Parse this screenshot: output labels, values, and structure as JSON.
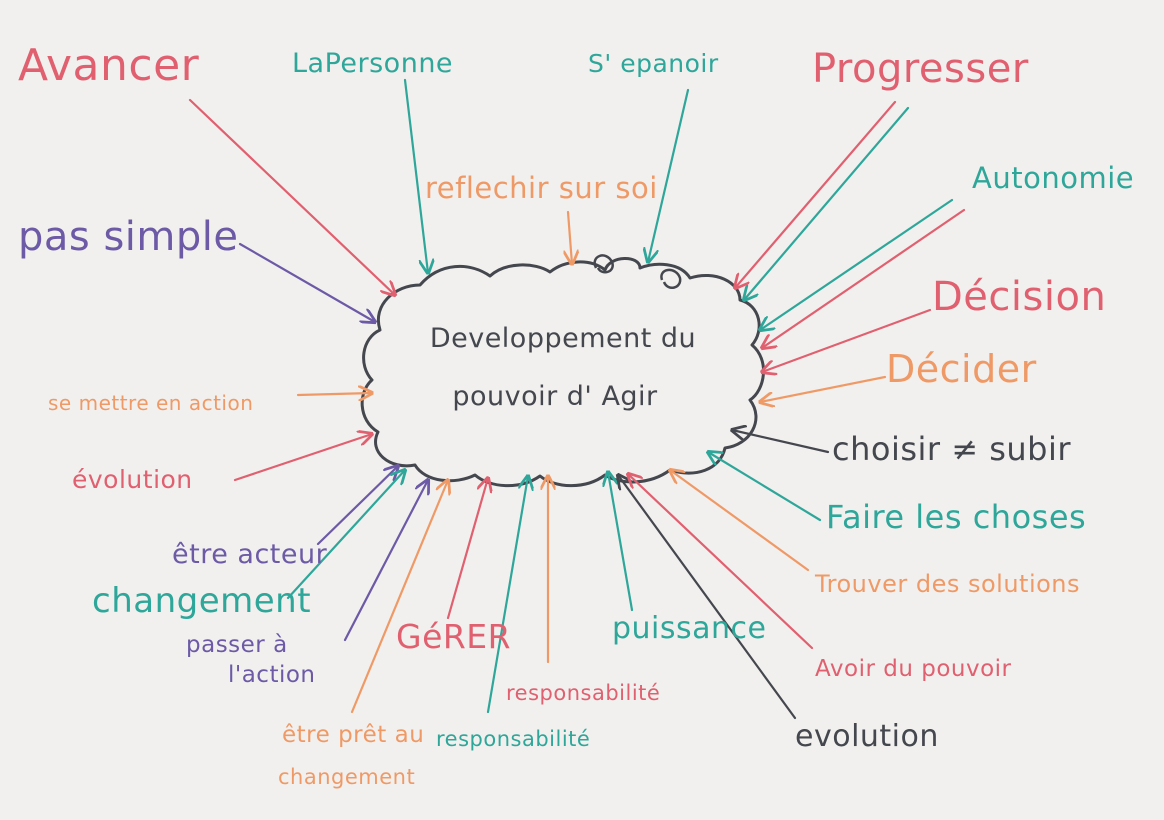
{
  "center": {
    "line1": "Developpement du",
    "line2": "pouvoir d' Agir"
  },
  "colors": {
    "paper": "#f1f0ee",
    "red": "#e06070",
    "teal": "#2ea79a",
    "orange": "#ef9a66",
    "purple": "#6c5aa6",
    "dark": "#45474f"
  },
  "labels": {
    "avancer": "Avancer",
    "la_personne": "LaPersonne",
    "s_epanouir": "S' epanoir",
    "progresser": "Progresser",
    "reflechir": "reflechir sur soi",
    "autonomie": "Autonomie",
    "pas_simple": "pas simple",
    "decision": "Décision",
    "decider": "Décider",
    "se_mettre": "se mettre en action",
    "choisir": "choisir ≠ subir",
    "evolution_left": "évolution",
    "faire": "Faire les choses",
    "etre_acteur": "être acteur",
    "changement": "changement",
    "trouver": "Trouver des solutions",
    "passer_1": "passer à",
    "passer_2": "l'action",
    "gerer": "GéRER",
    "puissance": "puissance",
    "avoir": "Avoir du pouvoir",
    "resp_1": "responsabilité",
    "resp_2": "responsabilité",
    "evolution_right": "evolution",
    "etre_pret_1": "être prêt au",
    "etre_pret_2": "changement"
  }
}
